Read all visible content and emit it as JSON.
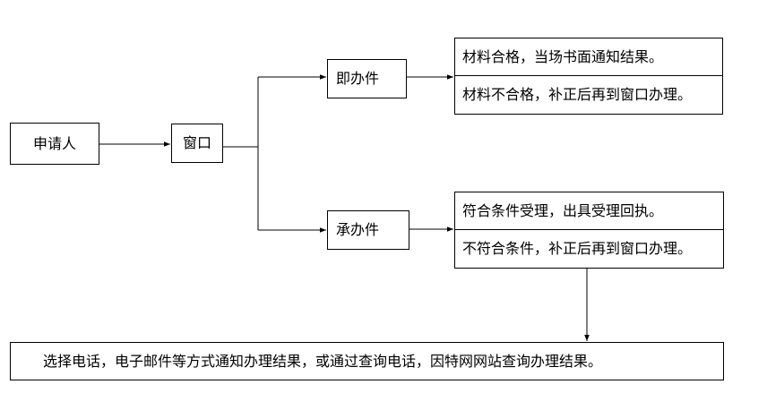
{
  "nodes": {
    "applicant": "申请人",
    "window": "窗口",
    "immediate": "即办件",
    "pending": "承办件",
    "immediate_outcomes": [
      "材料合格，当场书面通知结果。",
      "材料不合格，补正后再到窗口办理。"
    ],
    "pending_outcomes": [
      "符合条件受理，出具受理回执。",
      "不符合条件，补正后再到窗口办理。"
    ],
    "notify": "选择电话，电子邮件等方式通知办理结果，或通过查询电话，因特网网站查询办理结果。"
  }
}
